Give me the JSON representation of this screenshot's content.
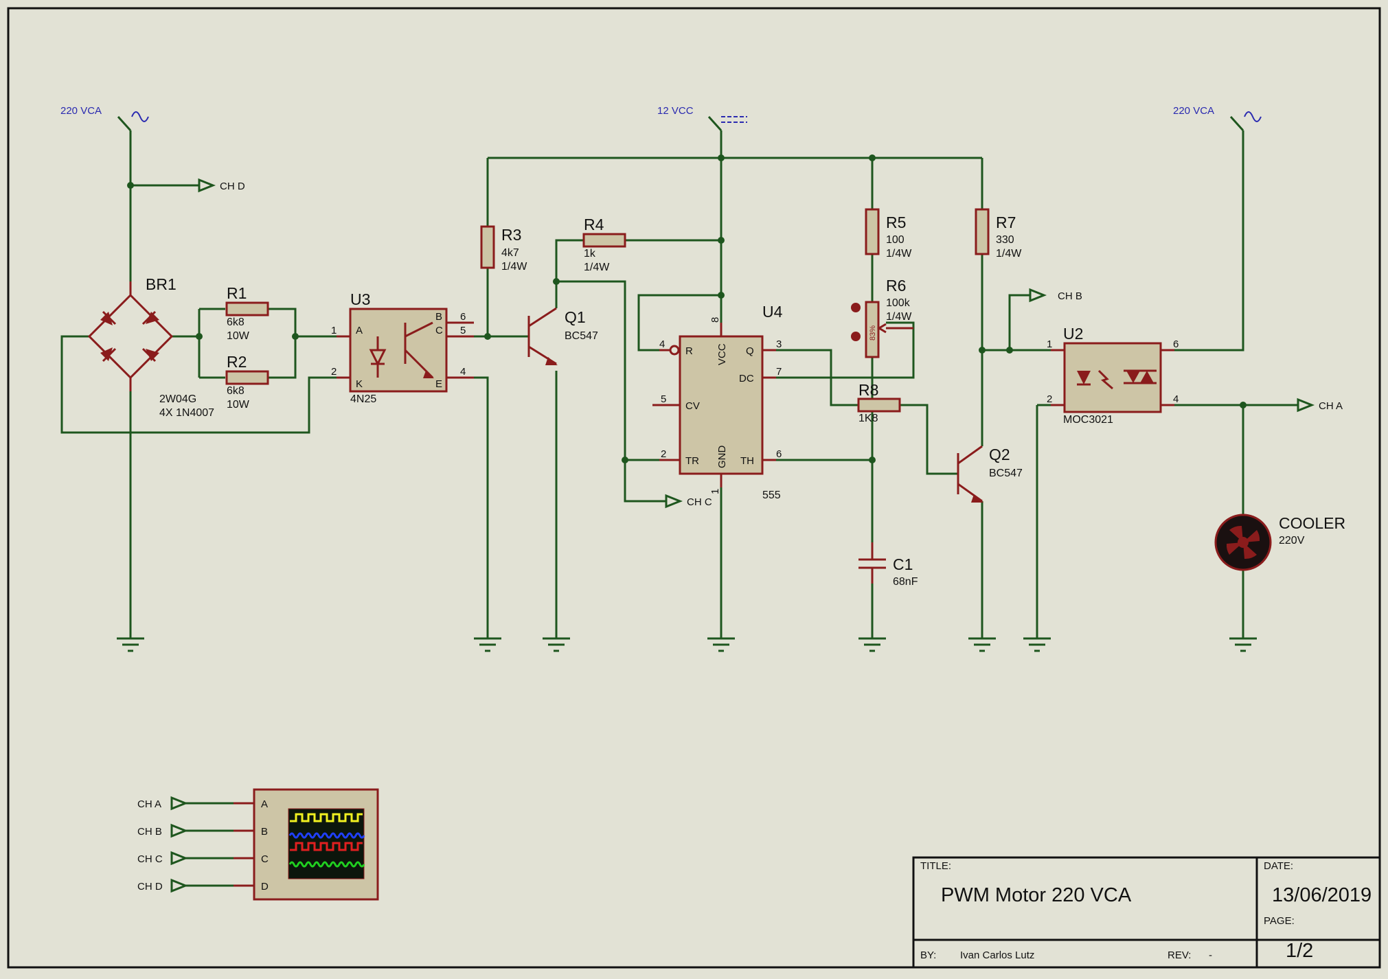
{
  "power": {
    "vca_left": "220 VCA",
    "vcc": "12 VCC",
    "vca_right": "220 VCA"
  },
  "probes": {
    "chd": "CH D",
    "chc": "CH C",
    "chb": "CH B",
    "cha": "CH A"
  },
  "components": {
    "br1": {
      "ref": "BR1",
      "val1": "2W04G",
      "val2": "4X 1N4007"
    },
    "r1": {
      "ref": "R1",
      "val1": "6k8",
      "val2": "10W"
    },
    "r2": {
      "ref": "R2",
      "val1": "6k8",
      "val2": "10W"
    },
    "u3": {
      "ref": "U3",
      "part": "4N25",
      "pin_a": "A",
      "pin_k": "K",
      "pin_b": "B",
      "pin_c": "C",
      "pin_e": "E",
      "n1": "1",
      "n2": "2",
      "n6": "6",
      "n5": "5",
      "n4": "4"
    },
    "r3": {
      "ref": "R3",
      "val1": "4k7",
      "val2": "1/4W"
    },
    "r4": {
      "ref": "R4",
      "val1": "1k",
      "val2": "1/4W"
    },
    "q1": {
      "ref": "Q1",
      "part": "BC547"
    },
    "u4": {
      "ref": "U4",
      "part": "555",
      "pin_r": "R",
      "pin_vcc": "VCC",
      "pin_q": "Q",
      "pin_dc": "DC",
      "pin_cv": "CV",
      "pin_tr": "TR",
      "pin_gnd": "GND",
      "pin_th": "TH",
      "n8": "8",
      "n4": "4",
      "n3": "3",
      "n7": "7",
      "n5": "5",
      "n2": "2",
      "n6": "6",
      "n1": "1"
    },
    "r5": {
      "ref": "R5",
      "val1": "100",
      "val2": "1/4W"
    },
    "r6": {
      "ref": "R6",
      "val1": "100k",
      "val2": "1/4W",
      "pct": "83%"
    },
    "r8": {
      "ref": "R8",
      "val1": "1K8"
    },
    "c1": {
      "ref": "C1",
      "val1": "68nF"
    },
    "r7": {
      "ref": "R7",
      "val1": "330",
      "val2": "1/4W"
    },
    "q2": {
      "ref": "Q2",
      "part": "BC547"
    },
    "u2": {
      "ref": "U2",
      "part": "MOC3021",
      "n1": "1",
      "n2": "2",
      "n6": "6",
      "n4": "4"
    },
    "cooler": {
      "ref": "COOLER",
      "val1": "220V"
    }
  },
  "scope": {
    "inputs": [
      "CH A",
      "CH B",
      "CH C",
      "CH D"
    ],
    "pins": [
      "A",
      "B",
      "C",
      "D"
    ],
    "trace_colors": [
      "#f0f020",
      "#2040ff",
      "#e02020",
      "#20d020"
    ]
  },
  "title_block": {
    "title_label": "TITLE:",
    "title": "PWM Motor 220 VCA",
    "date_label": "DATE:",
    "date": "13/06/2019",
    "page_label": "PAGE:",
    "page": "1/2",
    "by_label": "BY:",
    "author": "Ivan Carlos Lutz",
    "rev_label": "REV:",
    "rev": "-"
  }
}
